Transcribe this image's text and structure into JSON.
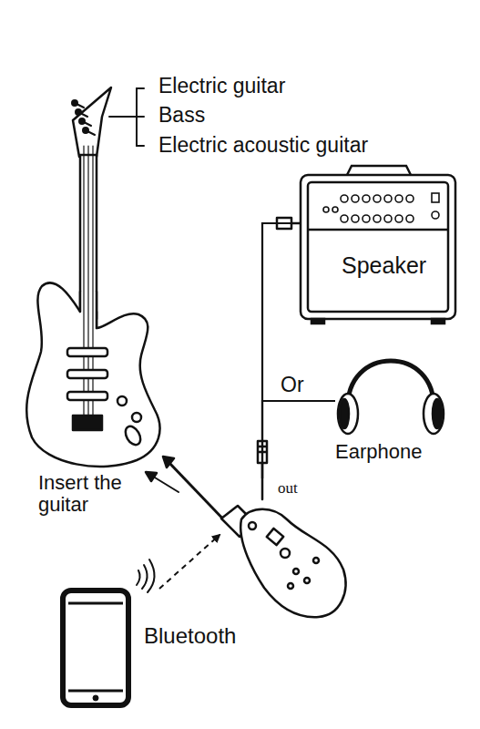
{
  "diagram": {
    "nodes": [
      {
        "text": [
          "Speaker"
        ]
      },
      {
        "text": [
          "Earphone"
        ]
      },
      {
        "text": [
          "out"
        ]
      },
      {
        "text": [
          "Bluetooth"
        ]
      }
    ],
    "edges": [
      {
        "from": 2,
        "to": 0,
        "arrow": "none"
      },
      {
        "from": 2,
        "to": 1,
        "label": "Or",
        "arrow": "none"
      },
      {
        "from": 3,
        "to": 2,
        "arrow": "to"
      }
    ],
    "labels": [
      "Electric guitar",
      "Bass",
      "Electric acoustic guitar",
      "Insert the guitar"
    ]
  }
}
